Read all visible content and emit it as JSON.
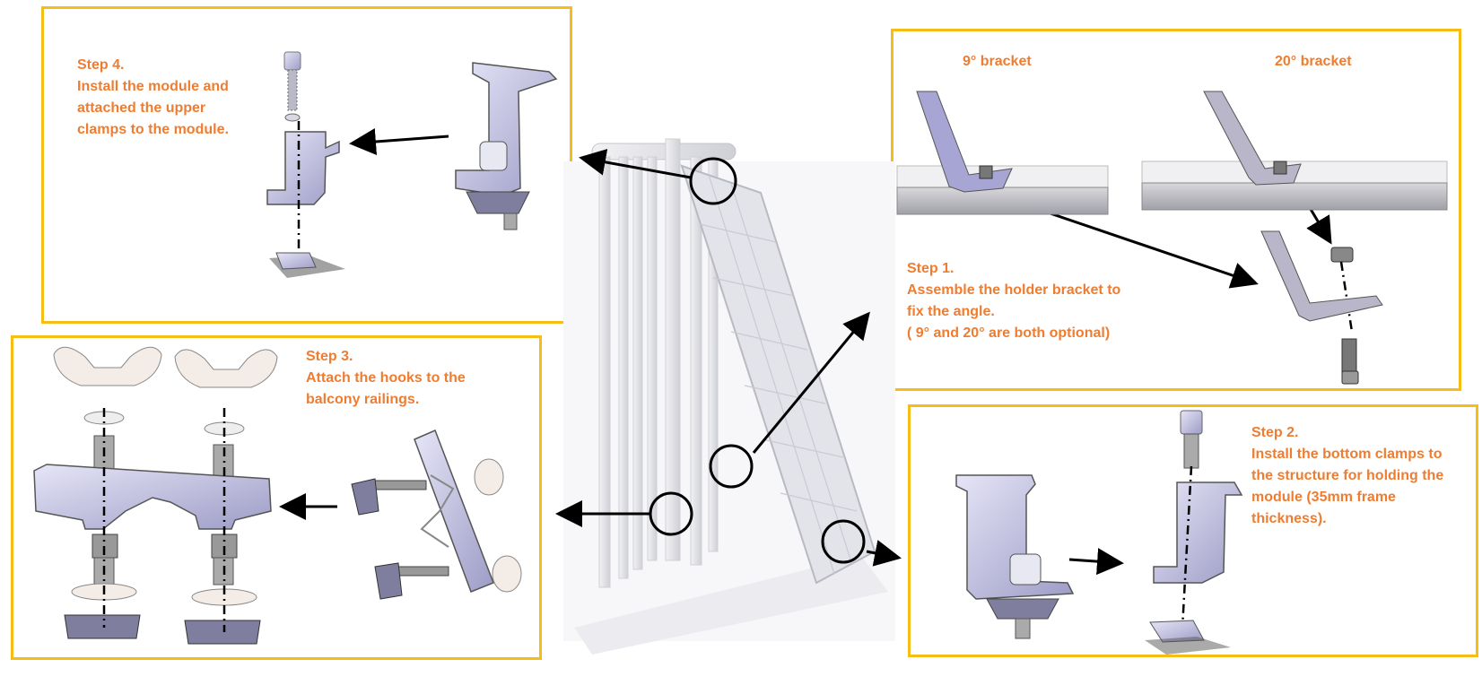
{
  "steps": {
    "step1": {
      "title": "Step 1.",
      "lines": [
        "Assemble the holder bracket to",
        "fix the angle.",
        "( 9° and 20° are both optional)"
      ]
    },
    "step2": {
      "title": "Step 2.",
      "lines": [
        "Install the bottom clamps to",
        "the structure for holding the",
        "module (35mm frame",
        "thickness)."
      ]
    },
    "step3": {
      "title": "Step 3.",
      "lines": [
        "Attach the hooks to the",
        "balcony railings."
      ]
    },
    "step4": {
      "title": "Step 4.",
      "lines": [
        "Install the module and",
        "attached the upper",
        "clamps to the module."
      ]
    }
  },
  "brackets": {
    "nine": "9° bracket",
    "twenty": "20° bracket"
  },
  "colors": {
    "panel_border": "#f6bd16",
    "text": "#ee7d31",
    "metal": "#c9c8e6",
    "metal_dark": "#8f8eb8",
    "arrow": "#000000"
  },
  "icons": [
    "wing-nut-icon",
    "bolt-icon",
    "clamp-icon",
    "hook-icon",
    "bracket-icon",
    "solar-panel-icon",
    "railing-icon"
  ]
}
